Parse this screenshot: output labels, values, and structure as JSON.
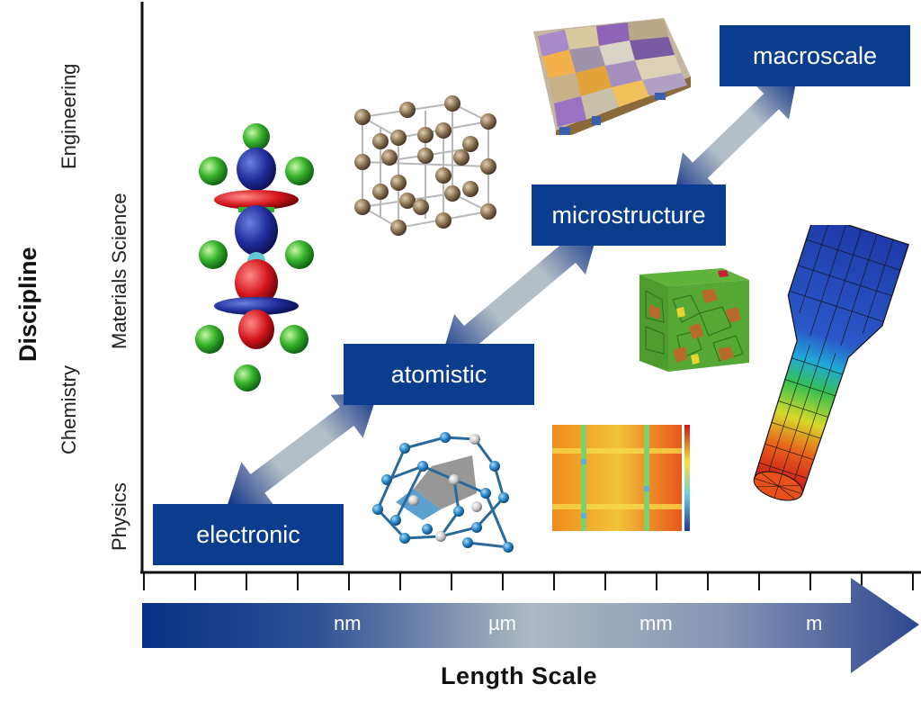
{
  "y_axis": {
    "title": "Discipline",
    "disciplines": [
      "Physics",
      "Chemistry",
      "Materials Science",
      "Engineering"
    ]
  },
  "x_axis": {
    "title": "Length Scale",
    "scale_marks": [
      "nm",
      "µm",
      "mm",
      "m"
    ]
  },
  "levels": [
    {
      "label": "electronic"
    },
    {
      "label": "atomistic"
    },
    {
      "label": "microstructure"
    },
    {
      "label": "macroscale"
    }
  ],
  "colors": {
    "box": "#0b3d8f",
    "arrow_dark": "#0b3d8f",
    "arrow_light": "#b8c2c8",
    "axis": "#111111"
  },
  "illustrations": [
    {
      "name": "electron-density-orbital"
    },
    {
      "name": "crystal-lattice-cell"
    },
    {
      "name": "polycrystalline-grain-slab"
    },
    {
      "name": "grain-structure-cube"
    },
    {
      "name": "atomic-cluster-molecule"
    },
    {
      "name": "phase-field-heatmap"
    },
    {
      "name": "fem-tensile-specimen"
    }
  ]
}
